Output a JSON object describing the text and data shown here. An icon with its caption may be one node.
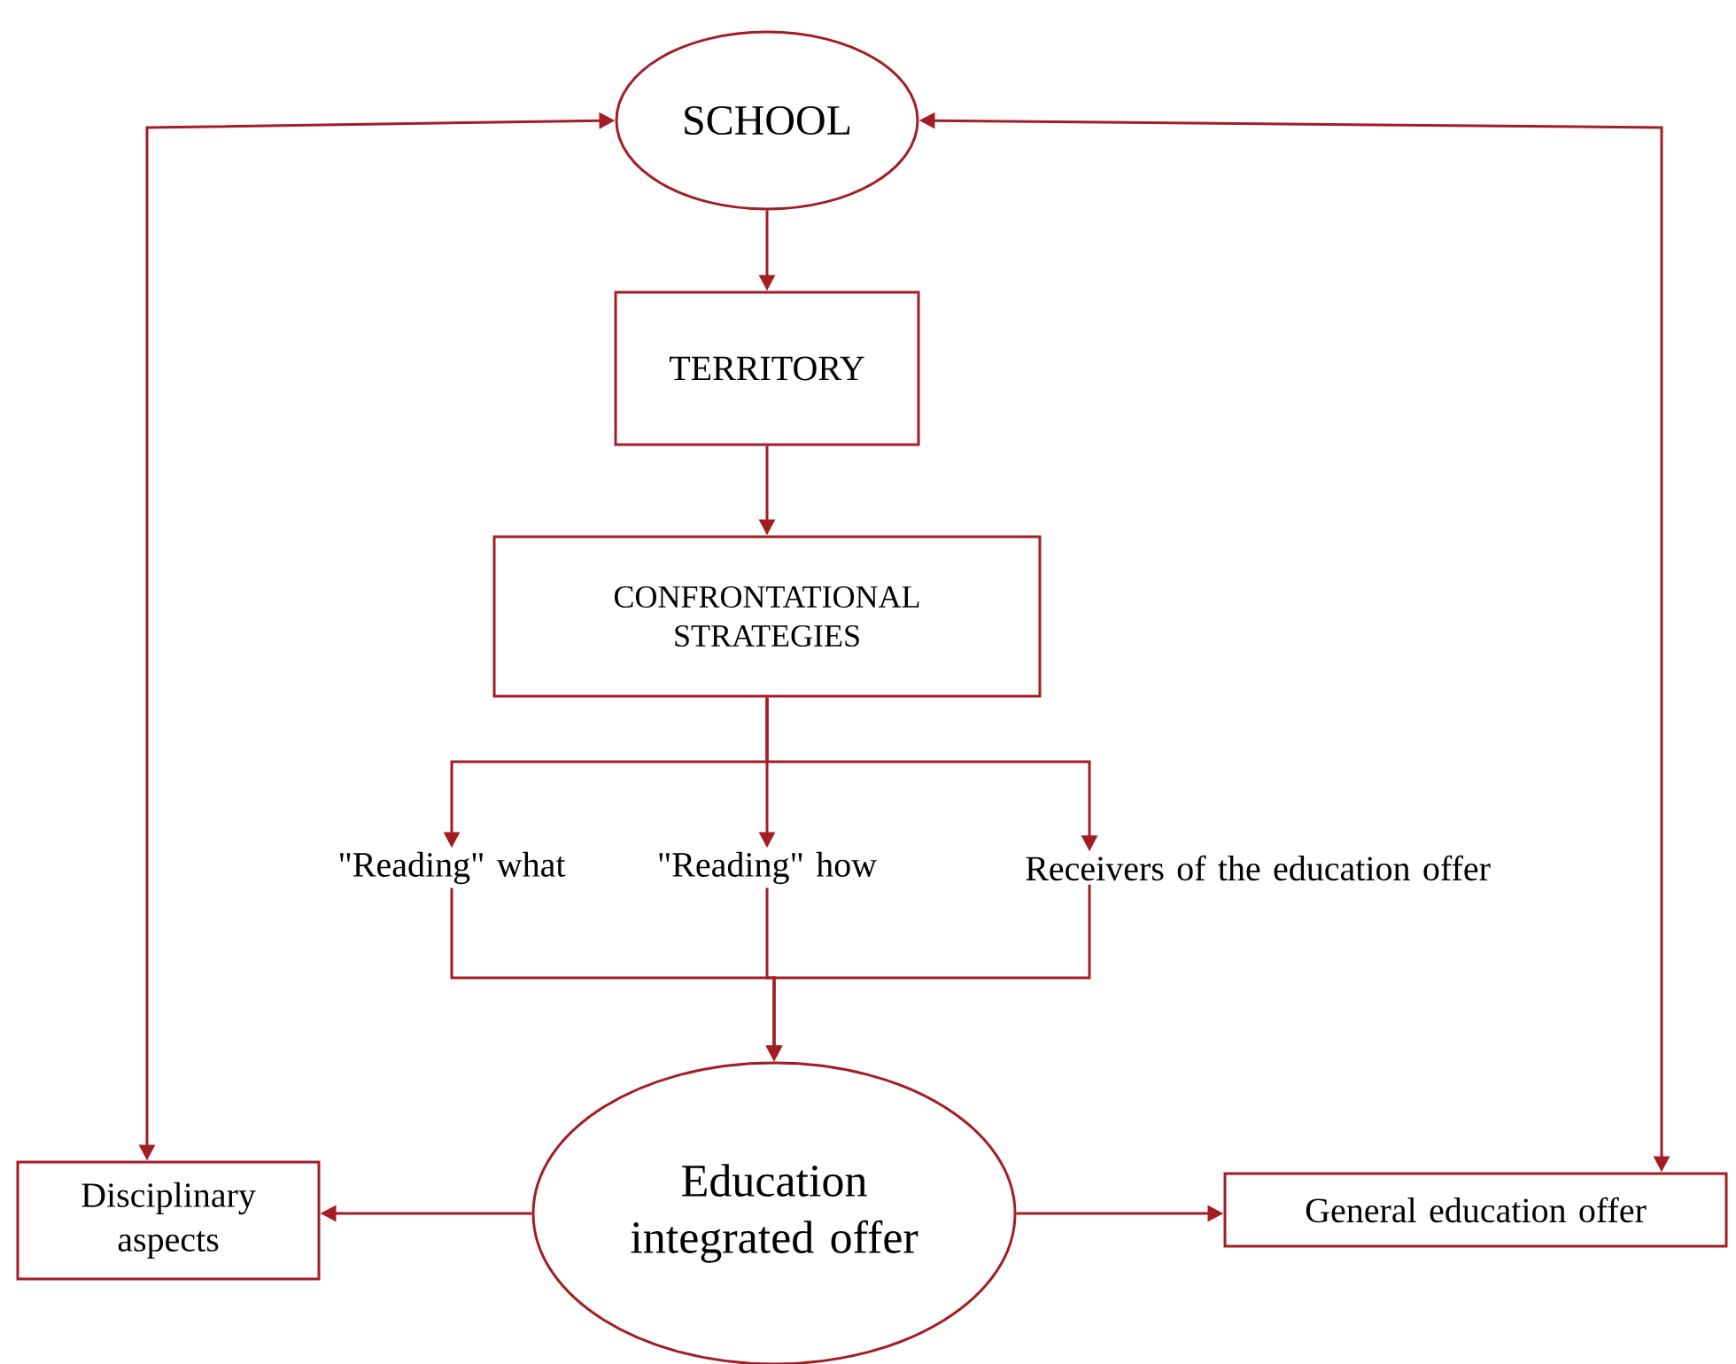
{
  "diagram": {
    "nodes": [
      {
        "text": [
          "SCHOOL"
        ]
      },
      {
        "text": [
          "TERRITORY"
        ]
      },
      {
        "text": [
          "CONFRONTATIONAL STRATEGIES"
        ]
      },
      {
        "text": [
          "\"Reading\" what"
        ]
      },
      {
        "text": [
          "\"Reading\" how"
        ]
      },
      {
        "text": [
          "Receivers of the education offer"
        ]
      },
      {
        "text": [
          "Education integrated offer"
        ]
      },
      {
        "text": [
          "Disciplinary aspects"
        ]
      },
      {
        "text": [
          "General education offer"
        ]
      }
    ],
    "edges": [
      {
        "from": 0,
        "to": 1,
        "arrow": "to"
      },
      {
        "from": 1,
        "to": 2,
        "arrow": "to"
      },
      {
        "from": 2,
        "to": 3,
        "arrow": "to"
      },
      {
        "from": 2,
        "to": 4,
        "arrow": "to"
      },
      {
        "from": 2,
        "to": 5,
        "arrow": "to"
      },
      {
        "from": 3,
        "to": 6,
        "arrow": "to"
      },
      {
        "from": 4,
        "to": 6,
        "arrow": "to"
      },
      {
        "from": 5,
        "to": 6,
        "arrow": "to"
      },
      {
        "from": 6,
        "to": 7,
        "arrow": "to"
      },
      {
        "from": 6,
        "to": 8,
        "arrow": "to"
      },
      {
        "from": 7,
        "to": 0,
        "arrow": "both"
      },
      {
        "from": 8,
        "to": 0,
        "arrow": "both"
      }
    ]
  }
}
